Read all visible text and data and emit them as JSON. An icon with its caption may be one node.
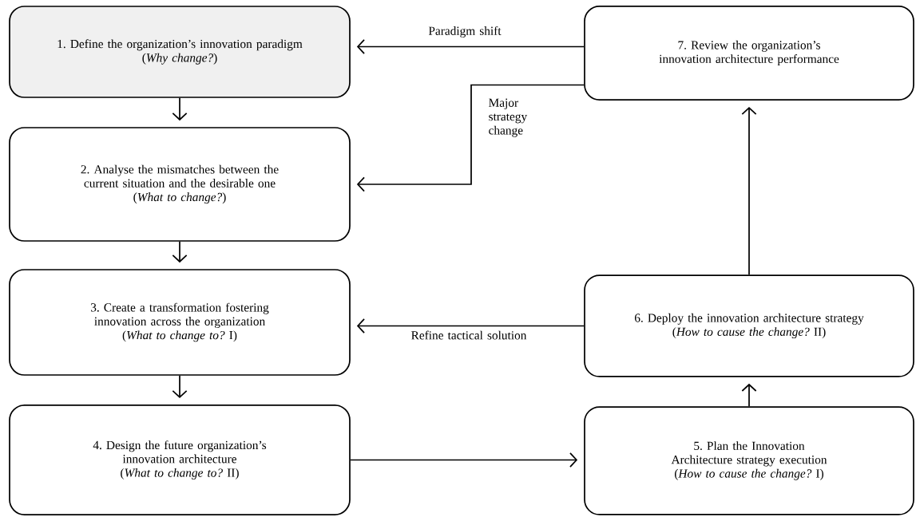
{
  "diagram": {
    "nodes": [
      {
        "text": [
          "1. Define the organization’s innovation paradigm",
          "(*Why change?*)"
        ]
      },
      {
        "text": [
          "2. Analyse the mismatches between the current situation and the desirable one",
          "(*What to change?*)"
        ]
      },
      {
        "text": [
          "3. Create a transformation fostering innovation across the organization",
          "(*What to change to?* I)"
        ]
      },
      {
        "text": [
          "4. Design the future organization’s innovation architecture",
          "(*What to change to?* II)"
        ]
      },
      {
        "text": [
          "5. Plan the Innovation Architecture strategy execution",
          "(*How to cause the change?* I)"
        ]
      },
      {
        "text": [
          "6. Deploy the innovation architecture strategy",
          "(*How to cause the change?* II)"
        ]
      },
      {
        "text": [
          "7. Review the organization’s innovation architecture performance"
        ]
      }
    ],
    "edges": [
      {
        "from": 0,
        "to": 1,
        "arrow": "to"
      },
      {
        "from": 1,
        "to": 2,
        "arrow": "to"
      },
      {
        "from": 2,
        "to": 3,
        "arrow": "to"
      },
      {
        "from": 3,
        "to": 4,
        "arrow": "to"
      },
      {
        "from": 4,
        "to": 5,
        "arrow": "to"
      },
      {
        "from": 5,
        "to": 6,
        "arrow": "to"
      },
      {
        "from": 6,
        "to": 0,
        "arrow": "to",
        "label": "Paradigm shift"
      },
      {
        "from": 6,
        "to": 1,
        "arrow": "to",
        "label": "Major strategy change"
      },
      {
        "from": 5,
        "to": 2,
        "arrow": "to",
        "label": "Refine tactical solution"
      }
    ]
  }
}
